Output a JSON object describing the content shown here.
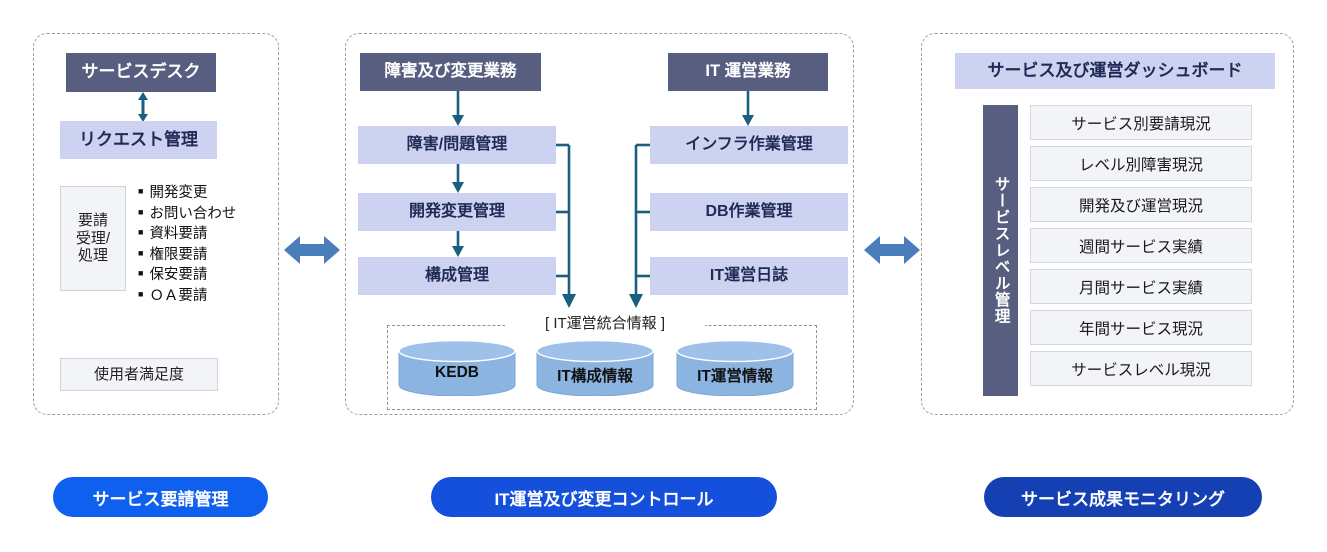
{
  "diagram": {
    "title": "IT service management architecture diagram",
    "colors": {
      "dark_slate": "#575e7f",
      "lavender": "#ccd2f0",
      "pale_gray": "#f2f4f8",
      "teal_connector": "#1a5f7f",
      "cylinder_blue": "#8cb4e0",
      "pill_blue_1": "#1060f0",
      "pill_blue_2": "#1450dc",
      "pill_blue_3": "#1540b4",
      "panel_dashed_border": "#9aa0a8"
    }
  },
  "left_panel": {
    "service_desk": "サービスデスク",
    "request_management": "リクエスト管理",
    "intake_box": [
      "要請",
      "受理/",
      "処理"
    ],
    "request_types": [
      "開発変更",
      "お問い合わせ",
      "資料要請",
      "権限要請",
      "保安要請",
      "ＯＡ要請"
    ],
    "satisfaction": "使用者満足度"
  },
  "middle_panel": {
    "left_group_header": "障害及び変更業務",
    "right_group_header": "IT 運営業務",
    "left_items": [
      "障害/問題管理",
      "開発変更管理",
      "構成管理"
    ],
    "right_items": [
      "インフラ作業管理",
      "DB作業管理",
      "IT運営日誌"
    ],
    "integrated_label": "[ IT運営統合情報 ]",
    "databases": [
      "KEDB",
      "IT構成情報",
      "IT運営情報"
    ]
  },
  "right_panel": {
    "dashboard_title": "サービス及び運営ダッシュボード",
    "side_bar_label": "サービスレベル管理",
    "rows": [
      "サービス別要請現況",
      "レベル別障害現況",
      "開発及び運営現況",
      "週間サービス実績",
      "月間サービス実績",
      "年間サービス現況",
      "サービスレベル現況"
    ]
  },
  "bottom_pills": {
    "left": "サービス要請管理",
    "middle": "IT運営及び変更コントロール",
    "right": "サービス成果モニタリング"
  }
}
